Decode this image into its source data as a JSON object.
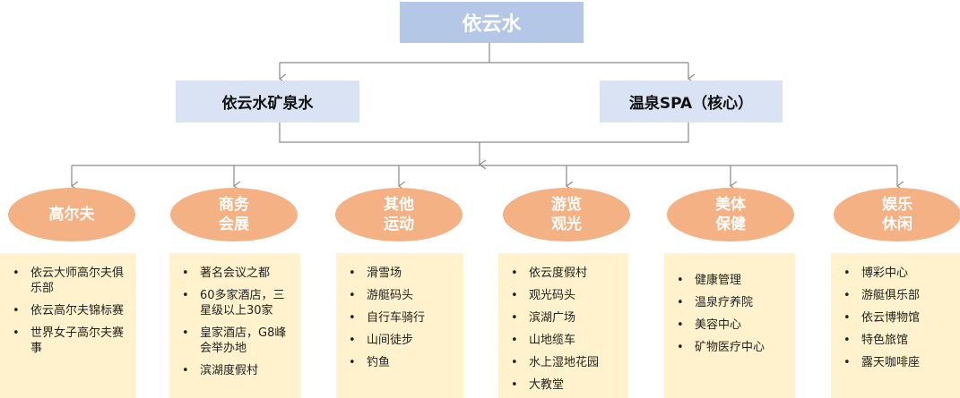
{
  "root": {
    "label": "依云水"
  },
  "level2": [
    {
      "label": "依云水矿泉水"
    },
    {
      "label": "温泉SPA（核心）"
    }
  ],
  "categories": [
    {
      "label": "高尔夫",
      "items": [
        "依云大师高尔夫俱乐部",
        "依云高尔夫锦标赛",
        "世界女子高尔夫赛事"
      ]
    },
    {
      "label": "商务\n会展",
      "items": [
        "著名会议之都",
        "60多家酒店，三星级以上30家",
        "皇家酒店，G8峰会举办地",
        "滨湖度假村"
      ]
    },
    {
      "label": "其他\n运动",
      "items": [
        "滑雪场",
        "游艇码头",
        "自行车骑行",
        "山间徒步",
        "钓鱼"
      ]
    },
    {
      "label": "游览\n观光",
      "items": [
        "依云度假村",
        "观光码头",
        "滨湖广场",
        "山地缆车",
        "水上湿地花园",
        "大教堂"
      ]
    },
    {
      "label": "美体\n保健",
      "items": [
        "健康管理",
        "温泉疗养院",
        "美容中心",
        "矿物医疗中心"
      ]
    },
    {
      "label": "娱乐\n休闲",
      "items": [
        "博彩中心",
        "游艇俱乐部",
        "依云博物馆",
        "特色旅馆",
        "露天咖啡座"
      ]
    }
  ],
  "colors": {
    "root_fill": "#b4c7e7",
    "level2_fill": "#dae3f3",
    "oval_fill": "#f4b183",
    "panel_fill": "#fff2cc",
    "connector": "#7f7f7f"
  }
}
